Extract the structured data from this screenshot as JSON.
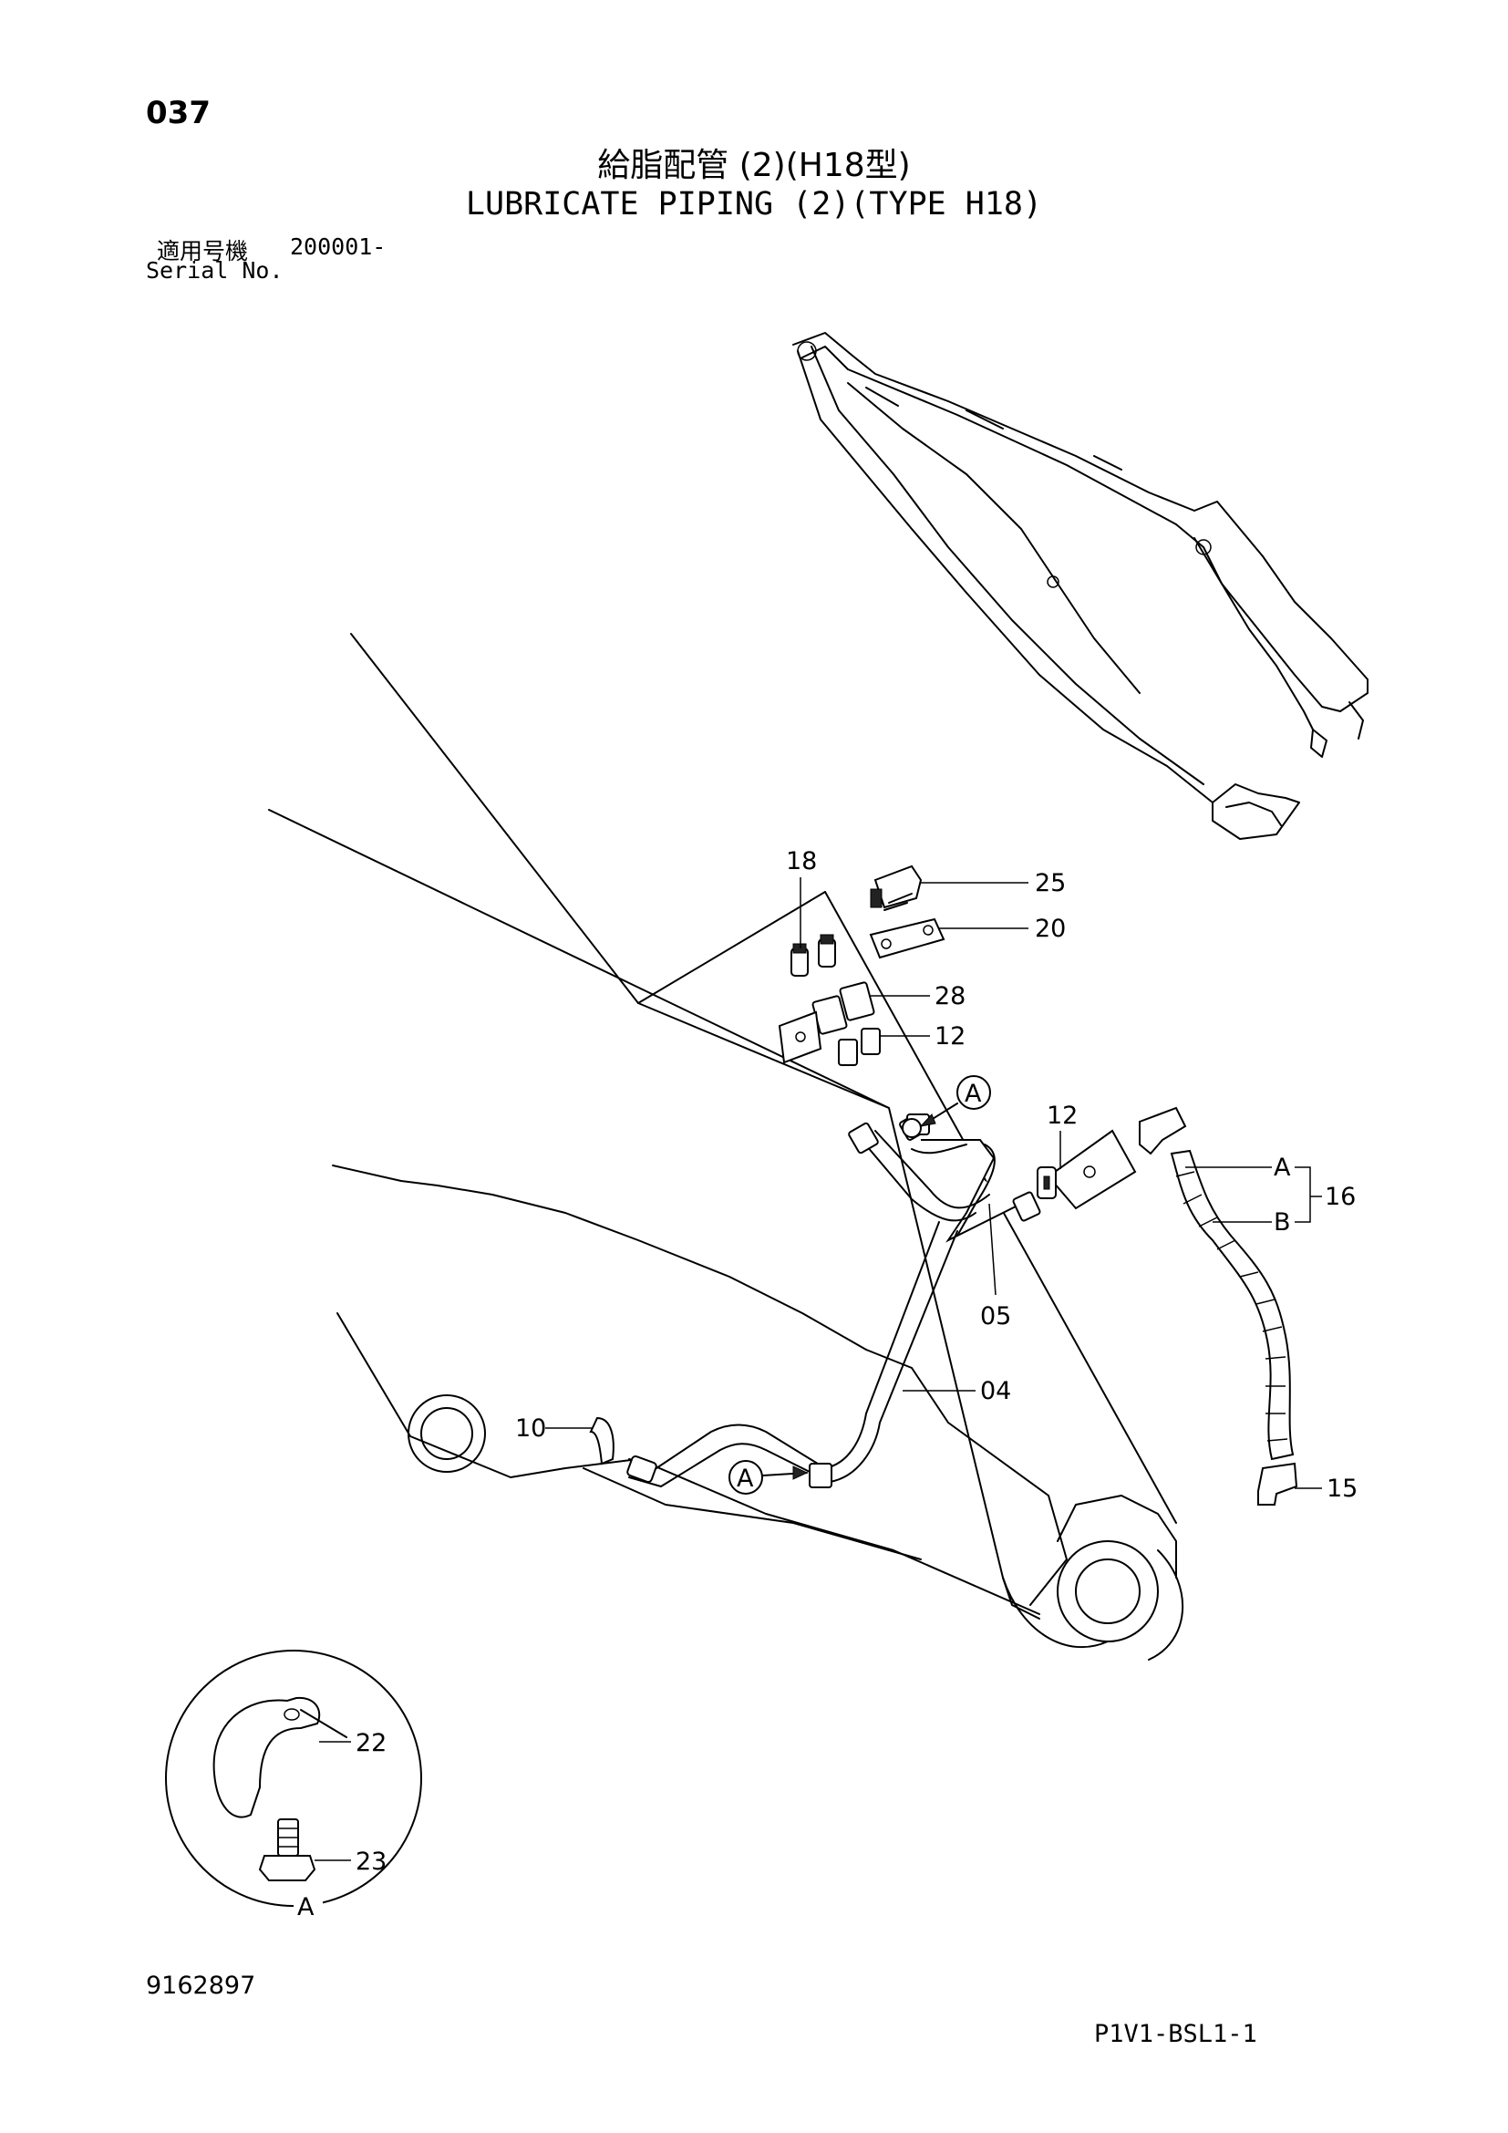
{
  "header": {
    "page_number": "037",
    "title_jp": "給脂配管 (2)(H18型)",
    "title_en": "LUBRICATE PIPING (2)(TYPE H18)",
    "serial_label_jp": "適用号機",
    "serial_value": "200001-",
    "serial_label_en": "Serial No."
  },
  "callouts": {
    "p18": "18",
    "p25": "25",
    "p20": "20",
    "p28": "28",
    "p12a": "12",
    "p12b": "12",
    "p16": "16",
    "p16a": "A",
    "p16b": "B",
    "p05": "05",
    "p04": "04",
    "p10": "10",
    "p15": "15",
    "p22": "22",
    "p23": "23",
    "ref_a1": "A",
    "ref_a2": "A",
    "detail_a": "A"
  },
  "footer": {
    "doc_number": "9162897",
    "page_code": "P1V1-BSL1-1"
  }
}
